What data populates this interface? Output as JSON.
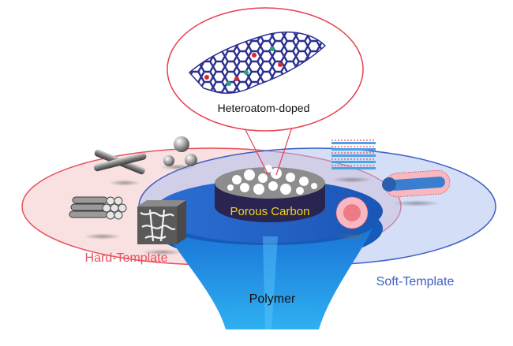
{
  "labels": {
    "heteroatom": "Heteroatom-doped",
    "porous_carbon": "Porous Carbon",
    "hard_template": "Hard-Template",
    "soft_template": "Soft-Template",
    "polymer": "Polymer"
  },
  "colors": {
    "hard_template": "#e8505b",
    "soft_template": "#3d5fc4",
    "polymer_cone": "#1f8fe0",
    "porous_carbon_text": "#f4d21f",
    "graphene": "#2b2f8f",
    "dopant_red": "#d9282f",
    "dopant_green": "#2aa37a"
  },
  "icons": [
    "graphene-sheet-icon",
    "crossed-rods-icon",
    "silica-spheres-icon",
    "rod-bundle-icon",
    "porous-cube-icon",
    "porous-carbon-disc-icon",
    "lamellar-micelle-icon",
    "cylindrical-micelle-icon",
    "spherical-micelle-icon"
  ]
}
